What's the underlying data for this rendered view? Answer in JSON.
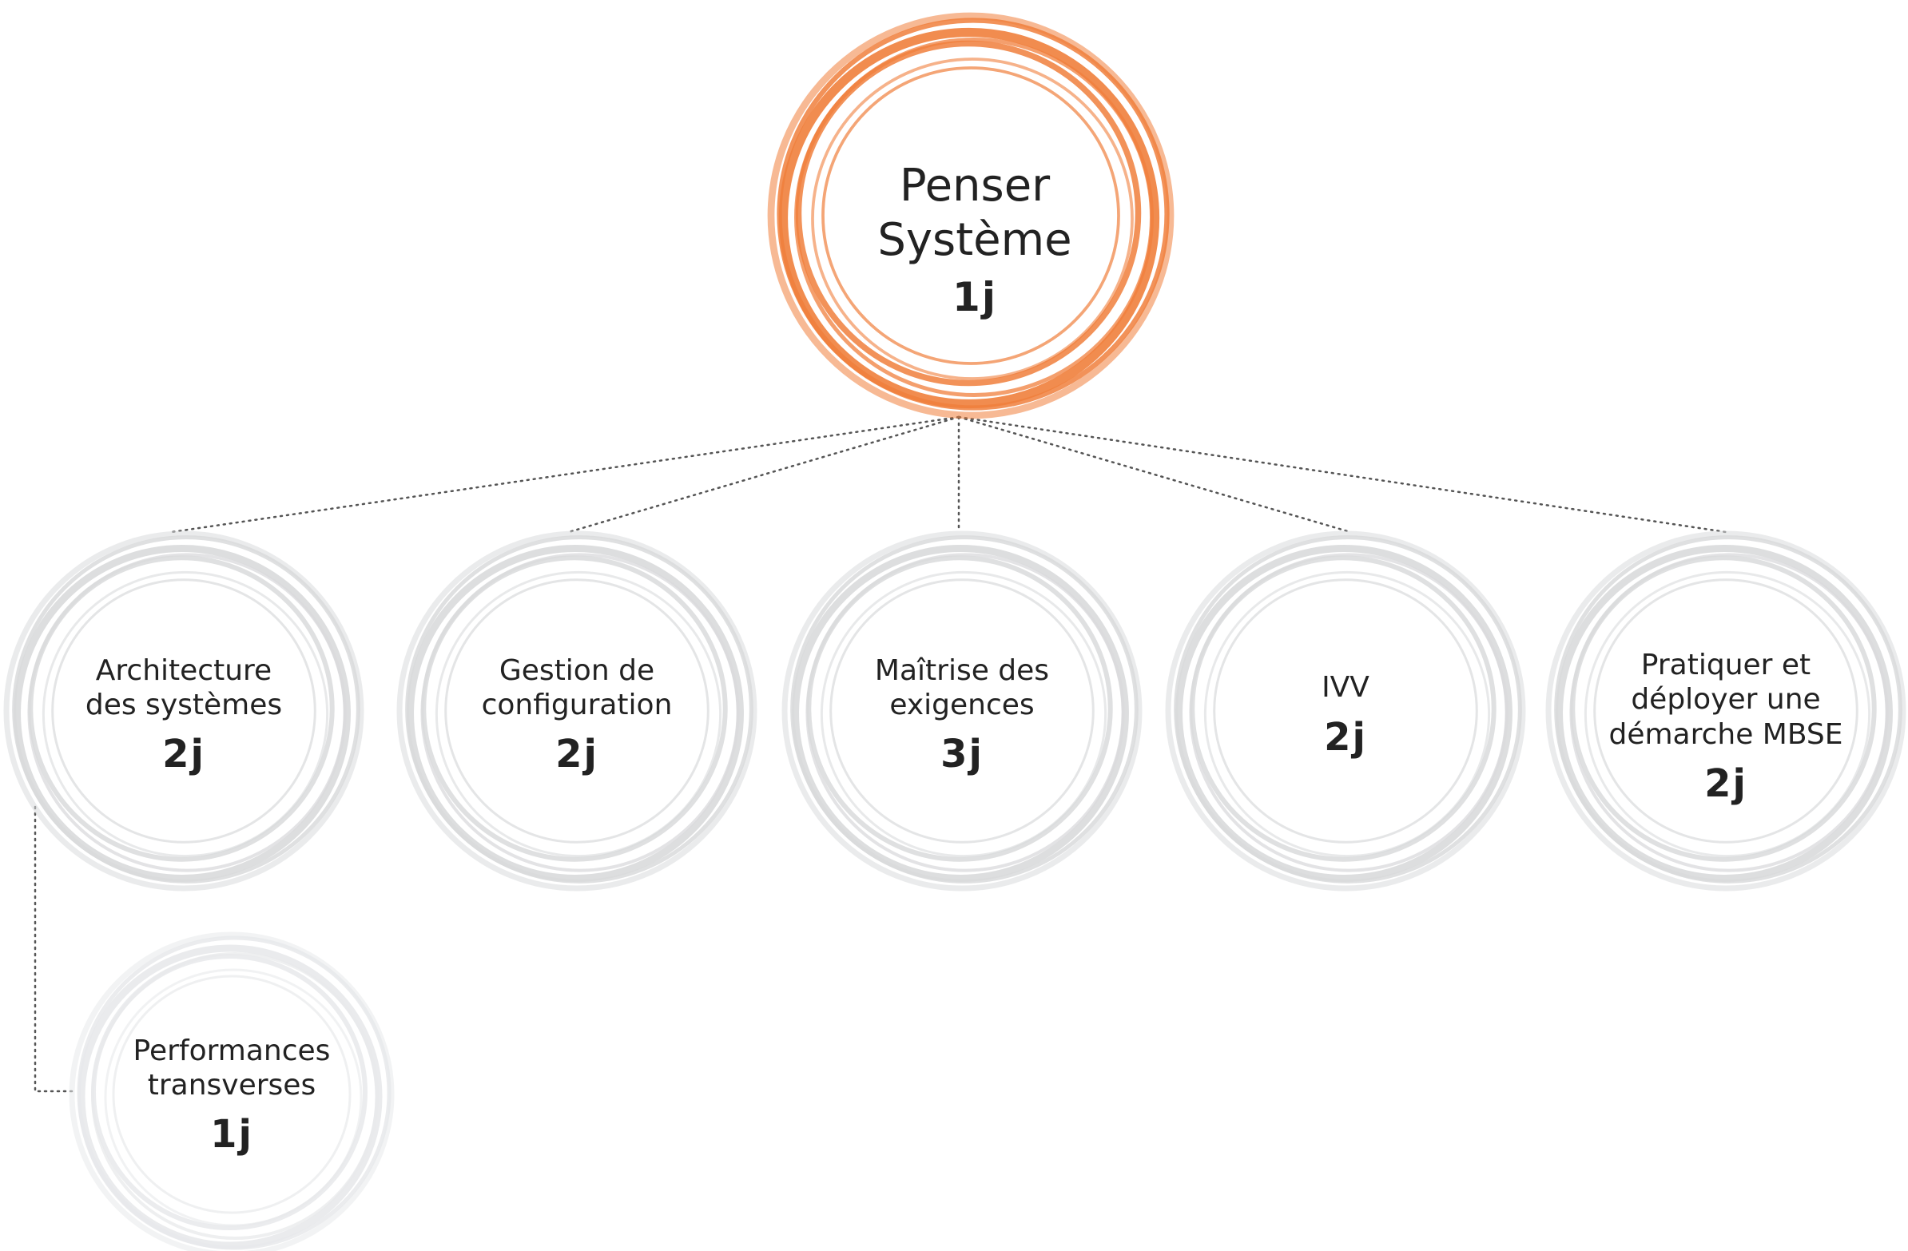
{
  "diagram": {
    "root": {
      "label_line1": "Penser",
      "label_line2": "Système",
      "duration": "1j"
    },
    "children": [
      {
        "label_line1": "Architecture",
        "label_line2": "des systèmes",
        "duration": "2j"
      },
      {
        "label_line1": "Gestion de",
        "label_line2": "configuration",
        "duration": "2j"
      },
      {
        "label_line1": "Maîtrise des",
        "label_line2": "exigences",
        "duration": "3j"
      },
      {
        "label_line1": "IVV",
        "duration": "2j"
      },
      {
        "label_line1": "Pratiquer et",
        "label_line2": "déployer une",
        "label_line3": "démarche MBSE",
        "duration": "2j"
      }
    ],
    "sub_child": {
      "label_line1": "Performances",
      "label_line2": "transverses",
      "duration": "1j"
    },
    "colors": {
      "accent": "#f07f3c",
      "ring": "#d9dadc",
      "ring_light": "#e8e9eb",
      "connector": "#555555",
      "text": "#222222"
    }
  }
}
